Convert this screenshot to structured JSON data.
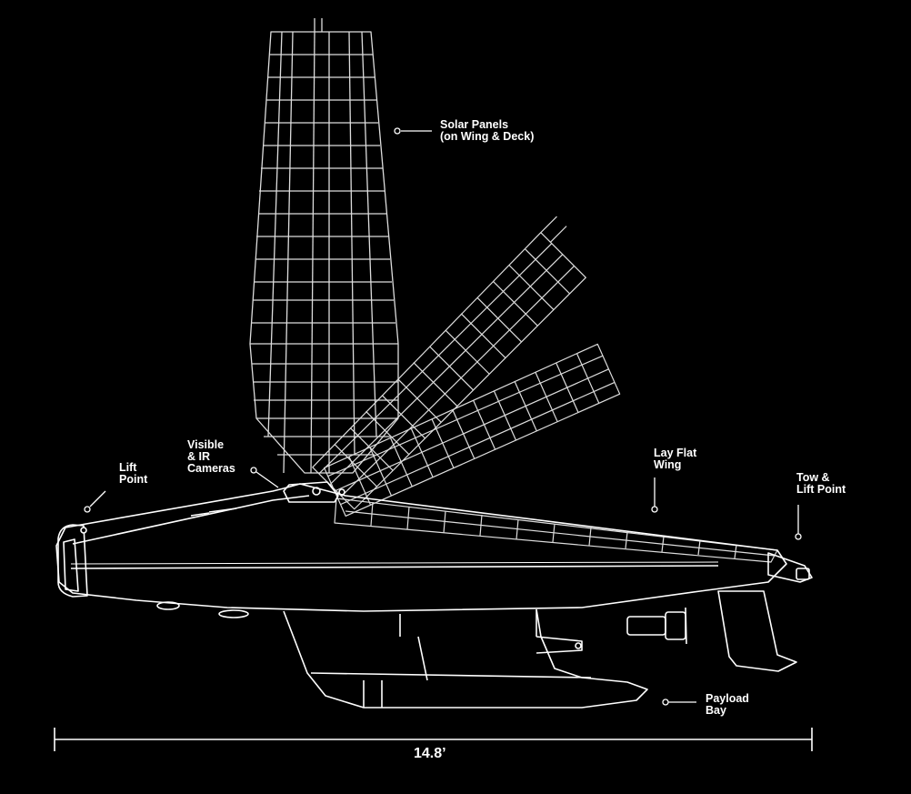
{
  "labels": {
    "solar_panels": [
      "Solar Panels",
      "(on Wing & Deck)"
    ],
    "cameras": [
      "Visible",
      "& IR",
      "Cameras"
    ],
    "lift_point": [
      "Lift",
      "Point"
    ],
    "lay_flat_wing": [
      "Lay Flat",
      "Wing"
    ],
    "tow_lift_point": [
      "Tow &",
      "Lift Point"
    ],
    "payload_bay": [
      "Payload",
      "Bay"
    ]
  },
  "dimension": "14.8’",
  "colors": {
    "background": "#000000",
    "line": "#ffffff",
    "wing_line": "#dddddd"
  }
}
